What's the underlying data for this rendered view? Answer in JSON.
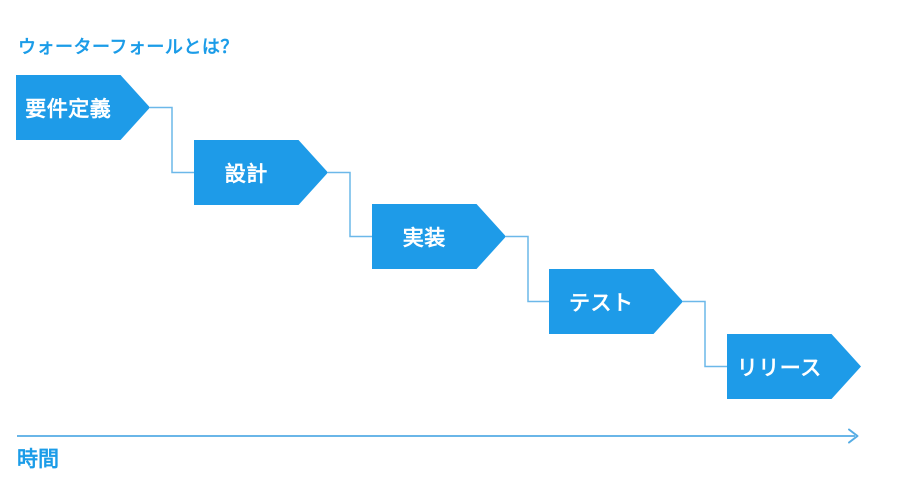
{
  "title": "ウォーターフォールとは？",
  "diagram": {
    "type": "waterfall-process-flow",
    "stages": [
      {
        "label": "要件定義"
      },
      {
        "label": "設計"
      },
      {
        "label": "実装"
      },
      {
        "label": "テスト"
      },
      {
        "label": "リリース"
      }
    ],
    "axis": {
      "label": "時間",
      "direction": "left-to-right"
    }
  },
  "colors": {
    "stage_fill": "#1e9be8",
    "stage_text": "#ffffff",
    "title_text": "#1b9ce8",
    "connector_line": "#6cb8e9",
    "axis_line": "#55ace4",
    "background": "#ffffff"
  }
}
